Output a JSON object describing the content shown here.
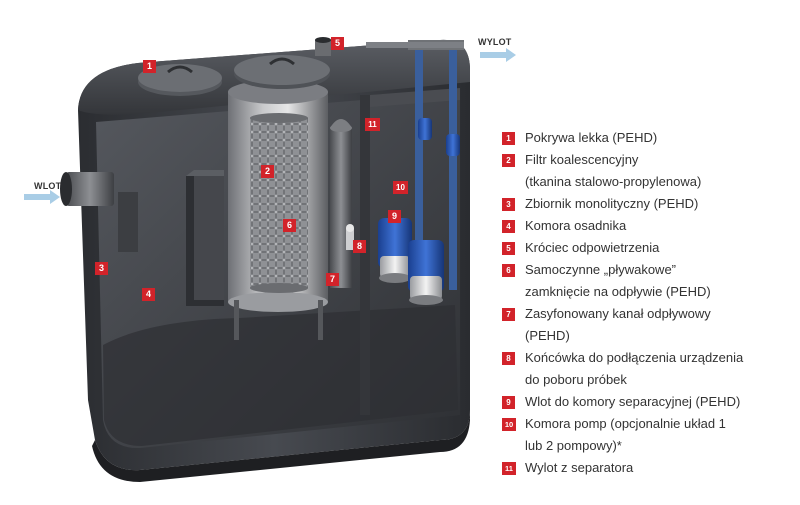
{
  "flow_labels": {
    "inlet": "WLOT",
    "outlet": "WYLOT"
  },
  "callouts": [
    "1",
    "2",
    "3",
    "4",
    "5",
    "6",
    "7",
    "8",
    "9",
    "10",
    "11"
  ],
  "legend": [
    {
      "num": "1",
      "lines": [
        "Pokrywa lekka (PEHD)"
      ]
    },
    {
      "num": "2",
      "lines": [
        "Filtr koalescencyjny",
        "(tkanina stalowo-propylenowa)"
      ]
    },
    {
      "num": "3",
      "lines": [
        "Zbiornik monolityczny (PEHD)"
      ]
    },
    {
      "num": "4",
      "lines": [
        "Komora osadnika"
      ]
    },
    {
      "num": "5",
      "lines": [
        "Króciec odpowietrzenia"
      ]
    },
    {
      "num": "6",
      "lines": [
        "Samoczynne „pływakowe”",
        "zamknięcie na odpływie (PEHD)"
      ]
    },
    {
      "num": "7",
      "lines": [
        "Zasyfonowany kanał odpływowy",
        "(PEHD)"
      ]
    },
    {
      "num": "8",
      "lines": [
        "Końcówka do podłączenia urządzenia",
        "do poboru próbek"
      ]
    },
    {
      "num": "9",
      "lines": [
        "Wlot do komory separacyjnej (PEHD)"
      ]
    },
    {
      "num": "10",
      "lines": [
        "Komora pomp (opcjonalnie układ  1",
        "lub 2 pompowy)*"
      ]
    },
    {
      "num": "11",
      "lines": [
        "Wylot z separatora"
      ]
    }
  ],
  "colors": {
    "badge": "#d2232a",
    "tank": "#3a3d42",
    "arrow": "#a9cde6",
    "pump_blue": "#1f4fb0"
  }
}
